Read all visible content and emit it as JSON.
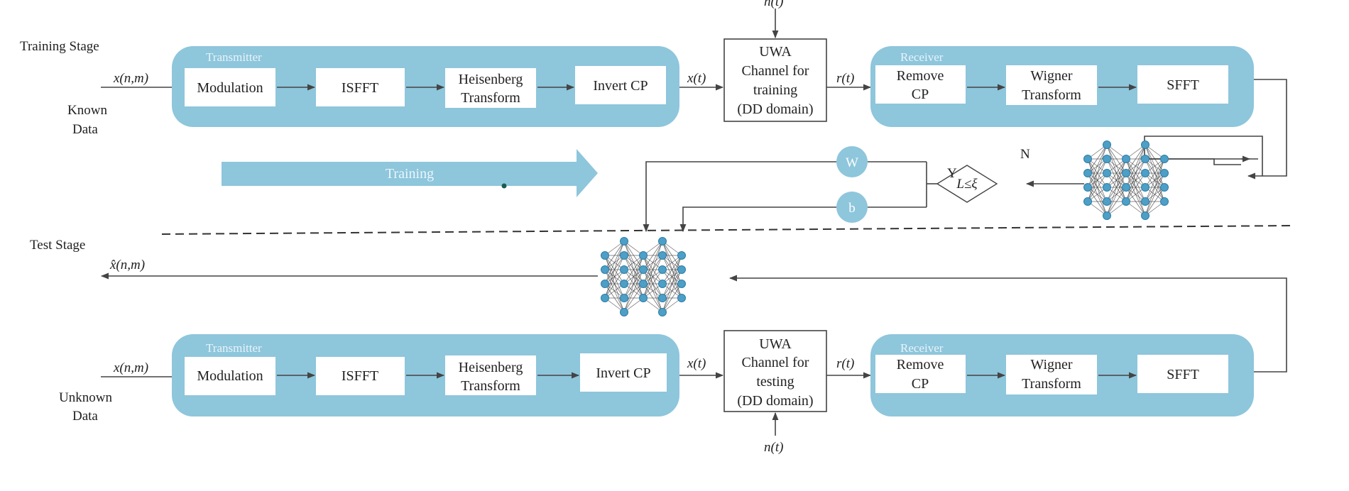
{
  "colors": {
    "panel": "#8ec6dc",
    "block_fill": "#ffffff",
    "line": "#444444",
    "neuron": "#4d9fc7",
    "wb_circle": "#8ec6dc"
  },
  "training": {
    "stage_label": "Training Stage",
    "input_symbol": "x(n,m)",
    "data_label_1": "Known",
    "data_label_2": "Data",
    "transmitter_title": "Transmitter",
    "tx_blocks": [
      {
        "line1": "Modulation",
        "line2": ""
      },
      {
        "line1": "ISFFT",
        "line2": ""
      },
      {
        "line1": "Heisenberg",
        "line2": "Transform"
      },
      {
        "line1": "Invert CP",
        "line2": ""
      }
    ],
    "tx_output_symbol": "x(t)",
    "noise_symbol": "n(t)",
    "channel_lines": [
      "UWA",
      "Channel for",
      "training",
      "(DD domain)"
    ],
    "rx_input_symbol": "r(t)",
    "receiver_title": "Receiver",
    "rx_blocks": [
      {
        "line1": "Remove",
        "line2": "CP"
      },
      {
        "line1": "Wigner",
        "line2": "Transform"
      },
      {
        "line1": "SFFT",
        "line2": ""
      }
    ],
    "progress_arrow_label": "Training",
    "weight_label": "W",
    "bias_label": "b",
    "decision_label": "L≤ξ",
    "yes_label": "Y",
    "no_label": "N"
  },
  "test": {
    "stage_label": "Test Stage",
    "output_symbol": "x̂(n,m)",
    "input_symbol": "x(n,m)",
    "data_label_1": "Unknown",
    "data_label_2": "Data",
    "transmitter_title": "Transmitter",
    "tx_blocks": [
      {
        "line1": "Modulation",
        "line2": ""
      },
      {
        "line1": "ISFFT",
        "line2": ""
      },
      {
        "line1": "Heisenberg",
        "line2": "Transform"
      },
      {
        "line1": "Invert CP",
        "line2": ""
      }
    ],
    "tx_output_symbol": "x(t)",
    "noise_symbol": "n(t)",
    "channel_lines": [
      "UWA",
      "Channel for",
      "testing",
      "(DD domain)"
    ],
    "rx_input_symbol": "r(t)",
    "receiver_title": "Receiver",
    "rx_blocks": [
      {
        "line1": "Remove",
        "line2": "CP"
      },
      {
        "line1": "Wigner",
        "line2": "Transform"
      },
      {
        "line1": "SFFT",
        "line2": ""
      }
    ]
  }
}
